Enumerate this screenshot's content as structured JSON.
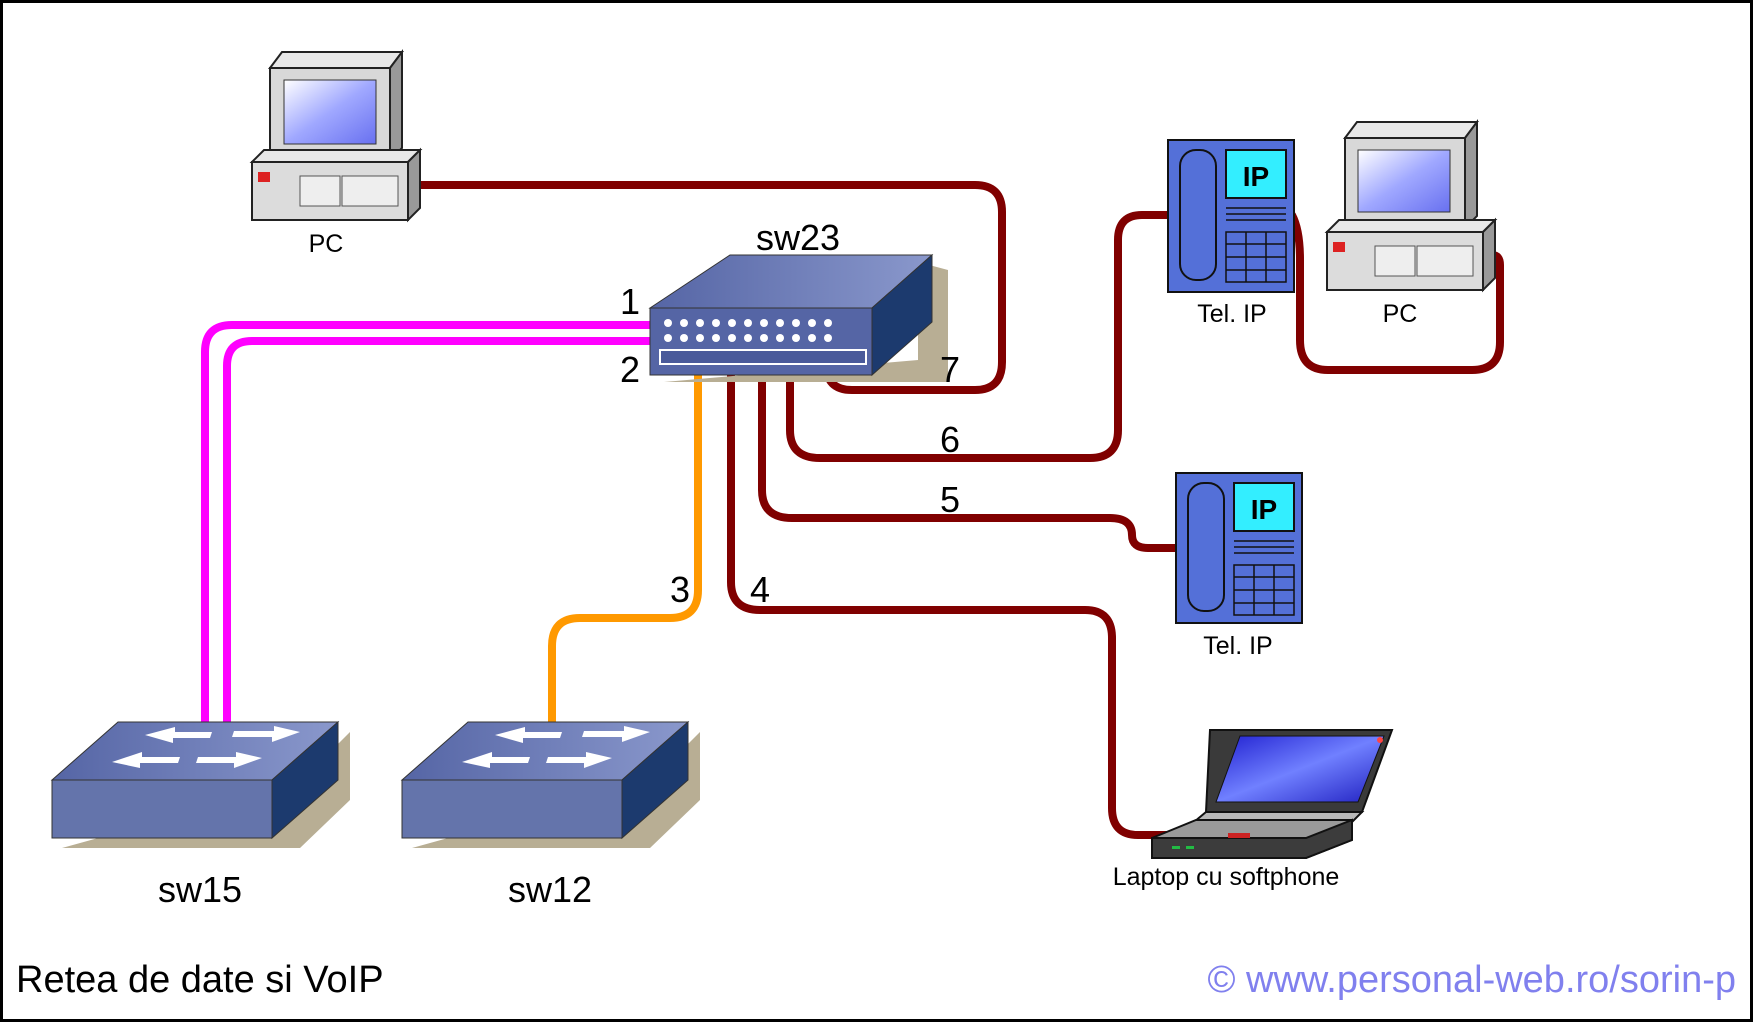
{
  "title": "Retea de date si VoIP",
  "watermark": "© www.personal-web.ro/sorin-p",
  "devices": {
    "pc_top": "PC",
    "pc_right": "PC",
    "sw23": "sw23",
    "sw15": "sw15",
    "sw12": "sw12",
    "phone_top": "Tel. IP",
    "phone_bottom": "Tel. IP",
    "laptop": "Laptop cu softphone",
    "phone_screen_text": "IP"
  },
  "ports": [
    "1",
    "2",
    "3",
    "4",
    "5",
    "6",
    "7"
  ],
  "colors": {
    "cable_dark_red": "#800000",
    "cable_magenta": "#ff00ff",
    "cable_orange": "#ff9900",
    "switch_blue": "#5a6aa8",
    "phone_blue": "#5470d8",
    "screen_cyan": "#33eeff"
  }
}
